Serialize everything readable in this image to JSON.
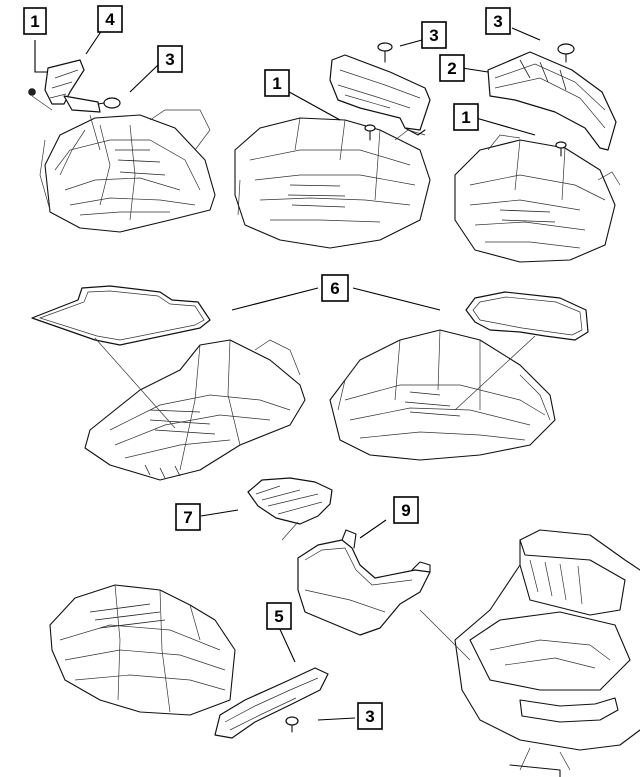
{
  "callouts": {
    "c1_a": "1",
    "c4": "4",
    "c3_a": "3",
    "c1_b": "1",
    "c3_b": "3",
    "c3_c": "3",
    "c2": "2",
    "c1_c": "1",
    "c6": "6",
    "c7": "7",
    "c9": "9",
    "c5": "5",
    "c3_d": "3"
  },
  "icons": {
    "push_pin": "push-pin-fastener-icon",
    "screw": "screw-fastener-icon"
  },
  "colors": {
    "line": "#111111",
    "background": "#ffffff"
  }
}
